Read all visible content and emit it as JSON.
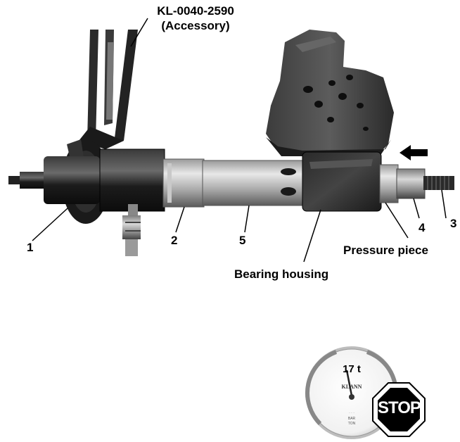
{
  "accessory": {
    "part_number": "KL-0040-2590",
    "note": "(Accessory)"
  },
  "callouts": {
    "c1": "1",
    "c2": "2",
    "c3": "3",
    "c4": "4",
    "c5": "5",
    "pressure_piece": "Pressure piece",
    "bearing_housing": "Bearing housing"
  },
  "gauge": {
    "reading": "17 t",
    "brand": "KLANN",
    "unit_bar": "BAR",
    "unit_ton": "TON"
  },
  "stop_sign": {
    "text": "STOP",
    "color": "#000000"
  },
  "colors": {
    "tool_dark": "#1e1e1e",
    "metal_light": "#b9b9b9",
    "metal_mid": "#8a8a8a",
    "background": "#ffffff"
  },
  "icons": {
    "direction": "arrow-left-icon",
    "stop": "stop-sign-icon"
  }
}
